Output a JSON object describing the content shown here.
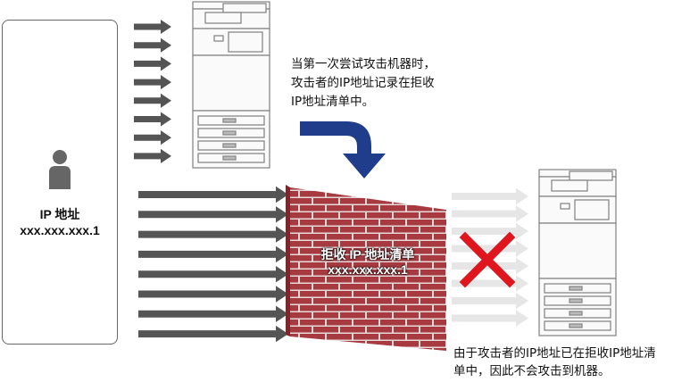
{
  "attacker": {
    "ip_heading": "IP 地址",
    "ip_address": "xxx.xxx.xxx.1"
  },
  "note_top": {
    "line1": "当第一次尝试攻击机器时，",
    "line2": "攻击者的IP地址记录在拒收",
    "line3": "IP地址清单中。"
  },
  "firewall": {
    "title": "拒收 IP 地址清单",
    "ip": "xxx.xxx.xxx.1"
  },
  "note_bottom": {
    "line1": "由于攻击者的IP地址已在拒收IP地址清",
    "line2": "单中，因此不会攻击到机器。"
  },
  "colors": {
    "arrow_dark": "#555555",
    "arrow_faded": "#e6e6e6",
    "brick": "#a63a40",
    "brick_dark": "#7d262c",
    "mortar": "#e8d9d9",
    "redirect_arrow": "#1f3d8a",
    "cross": "#e0161e",
    "person": "#666666"
  }
}
